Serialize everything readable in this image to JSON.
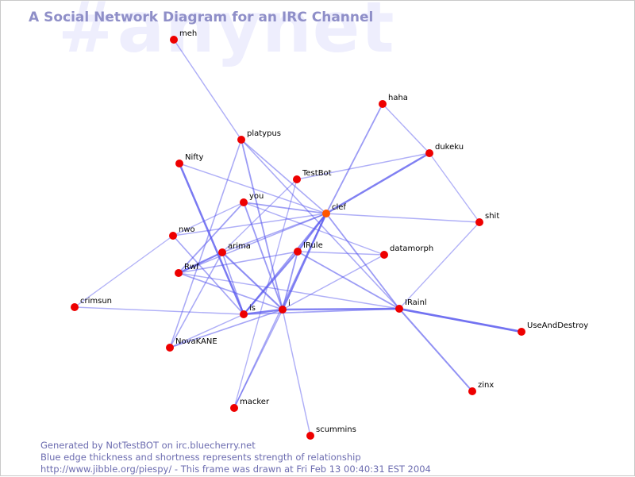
{
  "watermark": "#anynet",
  "title": "A Social Network Diagram for an IRC Channel",
  "footer": {
    "line1": "Generated by NotTestBOT on irc.bluecherry.net",
    "line2": "Blue edge thickness and shortness represents strength of relationship",
    "line3": "http://www.jibble.org/piespy/ - This frame was drawn at Fri Feb 13 00:40:31 EST 2004"
  },
  "colors": {
    "node": "#ee0000",
    "node_active": "#ff5500",
    "edge": "#5555ee",
    "title": "#8f8fc8",
    "watermark": "#eeeefd",
    "footer": "#6c6cb0"
  },
  "nodes": [
    {
      "id": "meh",
      "label": "meh"
    },
    {
      "id": "haha",
      "label": "haha"
    },
    {
      "id": "platypus",
      "label": "platypus"
    },
    {
      "id": "dukeku",
      "label": "dukeku"
    },
    {
      "id": "Nifty",
      "label": "Nifty"
    },
    {
      "id": "TestBot",
      "label": "TestBot"
    },
    {
      "id": "you",
      "label": "you"
    },
    {
      "id": "clef",
      "label": "clef",
      "active": true
    },
    {
      "id": "shit",
      "label": "shit"
    },
    {
      "id": "nwo",
      "label": "nwo"
    },
    {
      "id": "arima",
      "label": "arima"
    },
    {
      "id": "IRule",
      "label": "IRule"
    },
    {
      "id": "datamorph",
      "label": "datamorph"
    },
    {
      "id": "Rwf",
      "label": "Rwf"
    },
    {
      "id": "IRainl",
      "label": "IRainl"
    },
    {
      "id": "crimsun",
      "label": "crimsun"
    },
    {
      "id": "is",
      "label": "is"
    },
    {
      "id": "i",
      "label": "i"
    },
    {
      "id": "UseAndDestroy",
      "label": "UseAndDestroy"
    },
    {
      "id": "NovaKANE",
      "label": "NovaKANE"
    },
    {
      "id": "zinx",
      "label": "zinx"
    },
    {
      "id": "macker",
      "label": "macker"
    },
    {
      "id": "scummins",
      "label": "scummins"
    }
  ],
  "edges": [
    {
      "source": "meh",
      "target": "platypus",
      "weight": 0.35
    },
    {
      "source": "haha",
      "target": "clef",
      "weight": 0.55
    },
    {
      "source": "haha",
      "target": "dukeku",
      "weight": 0.35
    },
    {
      "source": "dukeku",
      "target": "clef",
      "weight": 0.85
    },
    {
      "source": "dukeku",
      "target": "TestBot",
      "weight": 0.35
    },
    {
      "source": "dukeku",
      "target": "shit",
      "weight": 0.3
    },
    {
      "source": "platypus",
      "target": "clef",
      "weight": 0.4
    },
    {
      "source": "platypus",
      "target": "i",
      "weight": 0.55
    },
    {
      "source": "platypus",
      "target": "NovaKANE",
      "weight": 0.4
    },
    {
      "source": "platypus",
      "target": "IRainl",
      "weight": 0.4
    },
    {
      "source": "Nifty",
      "target": "is",
      "weight": 0.9
    },
    {
      "source": "Nifty",
      "target": "clef",
      "weight": 0.35
    },
    {
      "source": "TestBot",
      "target": "macker",
      "weight": 0.3
    },
    {
      "source": "TestBot",
      "target": "arima",
      "weight": 0.3
    },
    {
      "source": "you",
      "target": "clef",
      "weight": 0.5
    },
    {
      "source": "you",
      "target": "Rwf",
      "weight": 0.5
    },
    {
      "source": "you",
      "target": "i",
      "weight": 0.55
    },
    {
      "source": "you",
      "target": "datamorph",
      "weight": 0.35
    },
    {
      "source": "you",
      "target": "nwo",
      "weight": 0.3
    },
    {
      "source": "clef",
      "target": "shit",
      "weight": 0.35
    },
    {
      "source": "clef",
      "target": "nwo",
      "weight": 0.35
    },
    {
      "source": "clef",
      "target": "arima",
      "weight": 0.4
    },
    {
      "source": "clef",
      "target": "Rwf",
      "weight": 0.4
    },
    {
      "source": "clef",
      "target": "is",
      "weight": 0.55
    },
    {
      "source": "clef",
      "target": "IRule",
      "weight": 0.8
    },
    {
      "source": "clef",
      "target": "i",
      "weight": 0.85
    },
    {
      "source": "clef",
      "target": "IRainl",
      "weight": 0.55
    },
    {
      "source": "clef",
      "target": "macker",
      "weight": 0.4
    },
    {
      "source": "nwo",
      "target": "crimsun",
      "weight": 0.3
    },
    {
      "source": "nwo",
      "target": "is",
      "weight": 0.45
    },
    {
      "source": "arima",
      "target": "Rwf",
      "weight": 0.8
    },
    {
      "source": "arima",
      "target": "is",
      "weight": 0.45
    },
    {
      "source": "arima",
      "target": "i",
      "weight": 0.7
    },
    {
      "source": "arima",
      "target": "NovaKANE",
      "weight": 0.4
    },
    {
      "source": "IRule",
      "target": "datamorph",
      "weight": 0.35
    },
    {
      "source": "IRule",
      "target": "is",
      "weight": 0.75
    },
    {
      "source": "IRule",
      "target": "i",
      "weight": 0.55
    },
    {
      "source": "IRule",
      "target": "Rwf",
      "weight": 0.4
    },
    {
      "source": "IRule",
      "target": "IRainl",
      "weight": 0.55
    },
    {
      "source": "datamorph",
      "target": "i",
      "weight": 0.35
    },
    {
      "source": "Rwf",
      "target": "IRainl",
      "weight": 0.35
    },
    {
      "source": "Rwf",
      "target": "i",
      "weight": 0.45
    },
    {
      "source": "IRainl",
      "target": "shit",
      "weight": 0.3
    },
    {
      "source": "IRainl",
      "target": "i",
      "weight": 0.85
    },
    {
      "source": "IRainl",
      "target": "UseAndDestroy",
      "weight": 1.0
    },
    {
      "source": "IRainl",
      "target": "zinx",
      "weight": 0.65
    },
    {
      "source": "IRainl",
      "target": "is",
      "weight": 0.45
    },
    {
      "source": "crimsun",
      "target": "is",
      "weight": 0.35
    },
    {
      "source": "is",
      "target": "i",
      "weight": 0.85
    },
    {
      "source": "is",
      "target": "NovaKANE",
      "weight": 0.35
    },
    {
      "source": "i",
      "target": "NovaKANE",
      "weight": 0.45
    },
    {
      "source": "i",
      "target": "macker",
      "weight": 0.4
    },
    {
      "source": "i",
      "target": "scummins",
      "weight": 0.35
    }
  ]
}
